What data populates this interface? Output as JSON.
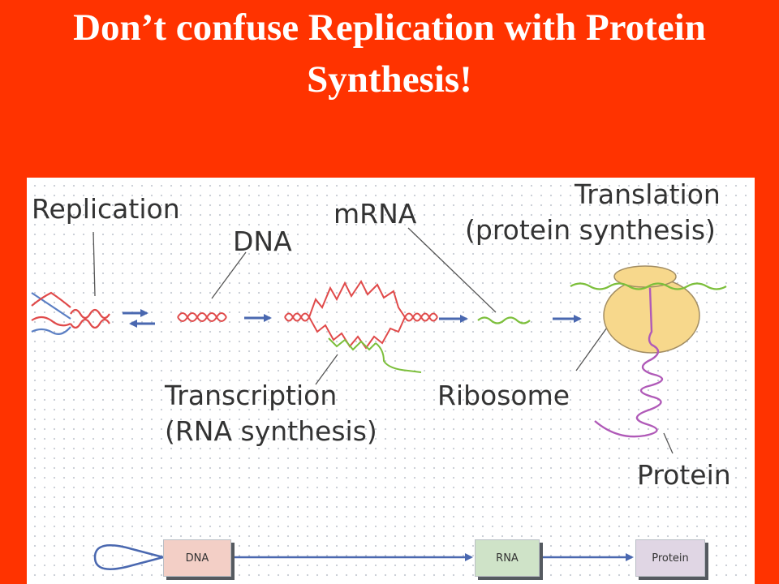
{
  "slide": {
    "title_line1": "Don’t confuse Replication with Protein",
    "title_line2": "Synthesis!"
  },
  "diagram": {
    "labels": {
      "replication": "Replication",
      "dna": "DNA",
      "mrna": "mRNA",
      "translation": "Translation",
      "translation_sub": "(protein synthesis)",
      "transcription": "Transcription",
      "transcription_sub": "(RNA synthesis)",
      "ribosome": "Ribosome",
      "protein": "Protein"
    },
    "flow_boxes": {
      "dna": "DNA",
      "rna": "RNA",
      "protein": "Protein"
    },
    "colors": {
      "background": "#ff3300",
      "dna_strand_red": "#e04a4a",
      "dna_strand_blue": "#5b7fc4",
      "mrna_green": "#7cbf3b",
      "ribosome": "#f7d88c",
      "protein_purple": "#b05ab8",
      "arrow_blue": "#4a68b0",
      "dna_box": "#f3cfc6",
      "rna_box": "#cfe3c8",
      "protein_box": "#e0d6e4"
    }
  }
}
